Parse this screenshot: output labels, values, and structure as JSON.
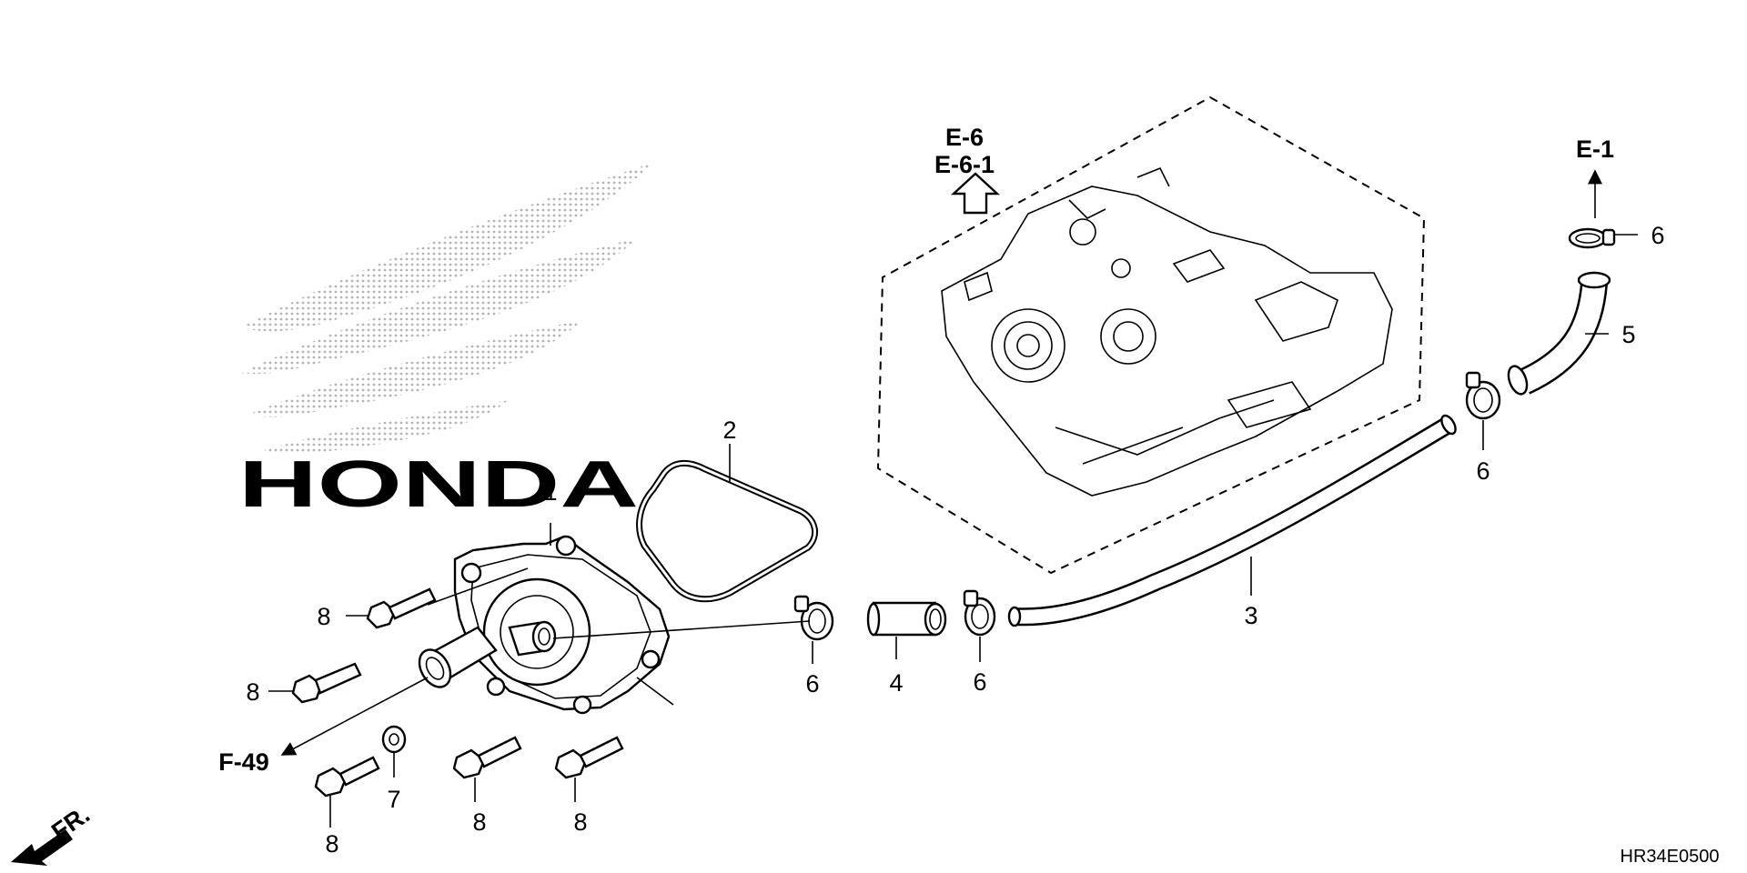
{
  "brand": {
    "logo_text": "HONDA"
  },
  "references": {
    "top_center": [
      "E-6",
      "E-6-1"
    ],
    "top_right": "E-1",
    "left": "F-49"
  },
  "direction_label": "FR.",
  "diagram_code": "HR34E0500",
  "callouts": {
    "water_pump_cover": "1",
    "gasket": "2",
    "water_pipe": "3",
    "short_hose": "4",
    "upper_hose": "5",
    "clamp_a": "6",
    "clamp_b": "6",
    "clamp_c": "6",
    "clamp_d": "6",
    "washer": "7",
    "bolt_a": "8",
    "bolt_b": "8",
    "bolt_c": "8",
    "bolt_d": "8",
    "bolt_e": "8"
  },
  "colors": {
    "line": "#000000",
    "logo_dots": "#b4b4b4",
    "background": "#ffffff"
  }
}
